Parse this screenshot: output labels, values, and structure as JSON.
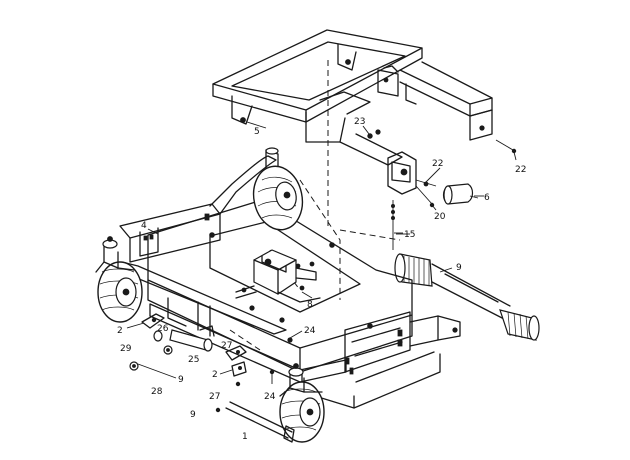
{
  "labels": {
    "l_1": "1",
    "l_2a": "2",
    "l_2b": "2",
    "l_4": "4",
    "l_5": "5",
    "l_6": "6",
    "l_8": "8",
    "l_9a": "9",
    "l_9b": "9",
    "l_9c": "9",
    "l_15": "15",
    "l_20": "20",
    "l_22a": "22",
    "l_22b": "22",
    "l_23": "23",
    "l_24a": "24",
    "l_24b": "24",
    "l_25": "25",
    "l_26": "26",
    "l_27a": "27",
    "l_27b": "27",
    "l_28": "28",
    "l_29": "29"
  }
}
